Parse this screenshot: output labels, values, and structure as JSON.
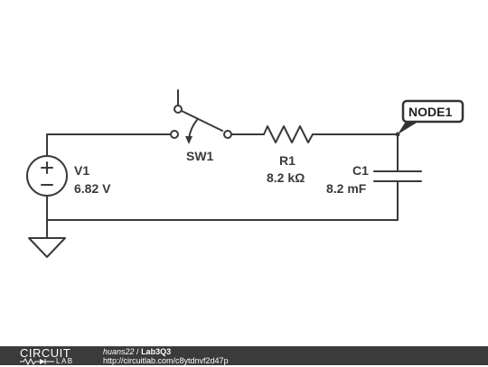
{
  "circuit": {
    "v1": {
      "name": "V1",
      "value": "6.82 V"
    },
    "sw1": {
      "name": "SW1"
    },
    "r1": {
      "name": "R1",
      "value": "8.2 kΩ"
    },
    "c1": {
      "name": "C1",
      "value": "8.2 mF"
    },
    "node": {
      "name": "NODE1"
    },
    "colors": {
      "wire": "#3a3a3a",
      "node_tag": "#333333"
    }
  },
  "footer": {
    "brand_top": "CIRCUIT",
    "brand_bottom": "LAB",
    "user": "huans22",
    "separator": " / ",
    "project": "Lab3Q3",
    "url": "http://circuitlab.com/c8ytdnvf2d47p",
    "background": "#3b3b3b"
  }
}
